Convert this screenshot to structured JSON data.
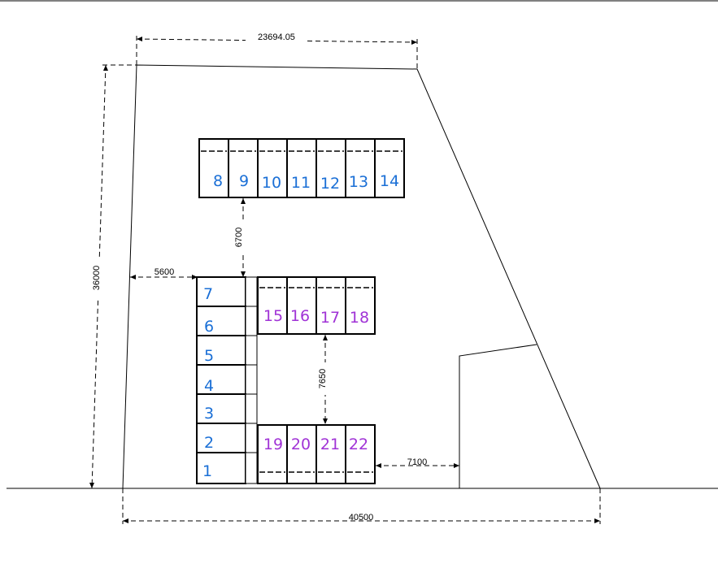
{
  "dimensions": {
    "top_width": "23694.05",
    "left_height": "36000",
    "left_setback": "5600",
    "top_gap": "6700",
    "inner_gap": "7650",
    "right_setback": "7100",
    "bottom_width": "40500"
  },
  "units": {
    "top_row": [
      "8",
      "9",
      "10",
      "11",
      "12",
      "13",
      "14"
    ],
    "left_column": [
      "7",
      "6",
      "5",
      "4",
      "3",
      "2",
      "1"
    ],
    "middle_row": [
      "15",
      "16",
      "17",
      "18"
    ],
    "bottom_row": [
      "19",
      "20",
      "21",
      "22"
    ]
  },
  "colors": {
    "blue": "#1a6fd6",
    "purple": "#a033d6"
  }
}
